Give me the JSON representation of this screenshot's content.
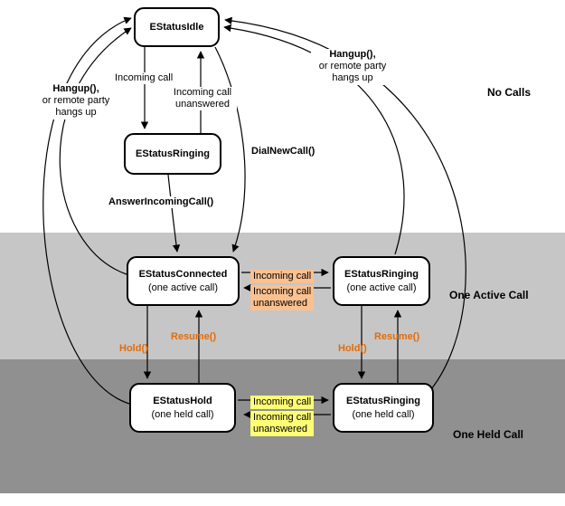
{
  "regions": {
    "no_calls": "No Calls",
    "one_active_call": "One Active Call",
    "one_held_call": "One Held Call"
  },
  "states": {
    "idle": {
      "name": "EStatusIdle"
    },
    "ringing": {
      "name": "EStatusRinging"
    },
    "connected": {
      "name": "EStatusConnected",
      "subtitle": "(one active call)"
    },
    "ringing_active": {
      "name": "EStatusRinging",
      "subtitle": "(one active call)"
    },
    "hold": {
      "name": "EStatusHold",
      "subtitle": "(one held call)"
    },
    "ringing_held": {
      "name": "EStatusRinging",
      "subtitle": "(one held call)"
    }
  },
  "transitions": {
    "incoming_call": "Incoming call",
    "incoming_unanswered": [
      "Incoming call",
      "unanswered"
    ],
    "dial_new_call": "DialNewCall()",
    "answer_incoming_call": "AnswerIncomingCall()",
    "hangup_left": [
      "Hangup(),",
      "or remote party",
      "hangs up"
    ],
    "hangup_right": [
      "Hangup(),",
      "or remote party",
      "hangs up"
    ],
    "hold": "Hold()",
    "resume": "Resume()",
    "incoming_call_active": "Incoming call",
    "incoming_unanswered_active": [
      "Incoming call",
      "unanswered"
    ],
    "incoming_call_held": "Incoming call",
    "incoming_unanswered_held": [
      "Incoming call",
      "unanswered"
    ]
  },
  "colors": {
    "no_calls_band": "#ffffff",
    "one_active_call_band": "#c6c6c6",
    "one_held_call_band": "#909090",
    "highlight_active": "#fac090",
    "highlight_held": "#ffff75",
    "event_label": "#e36c09",
    "state_fill": "#ffffff",
    "line": "#000000"
  }
}
